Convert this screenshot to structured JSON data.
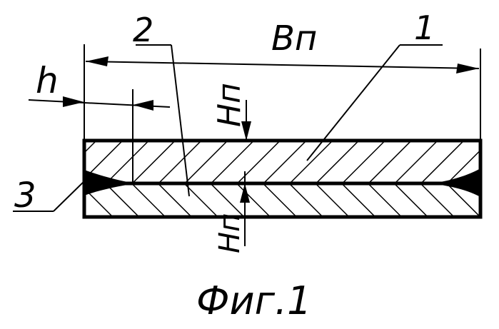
{
  "labels": {
    "width": "Bп",
    "part_1": "1",
    "part_2": "2",
    "part_3": "3",
    "offset": "h",
    "upper_thickness": "Hп",
    "lower_thickness": "Hп"
  },
  "caption": "Фиг.1",
  "colors": {
    "ink": "#000000",
    "background": "#ffffff"
  }
}
